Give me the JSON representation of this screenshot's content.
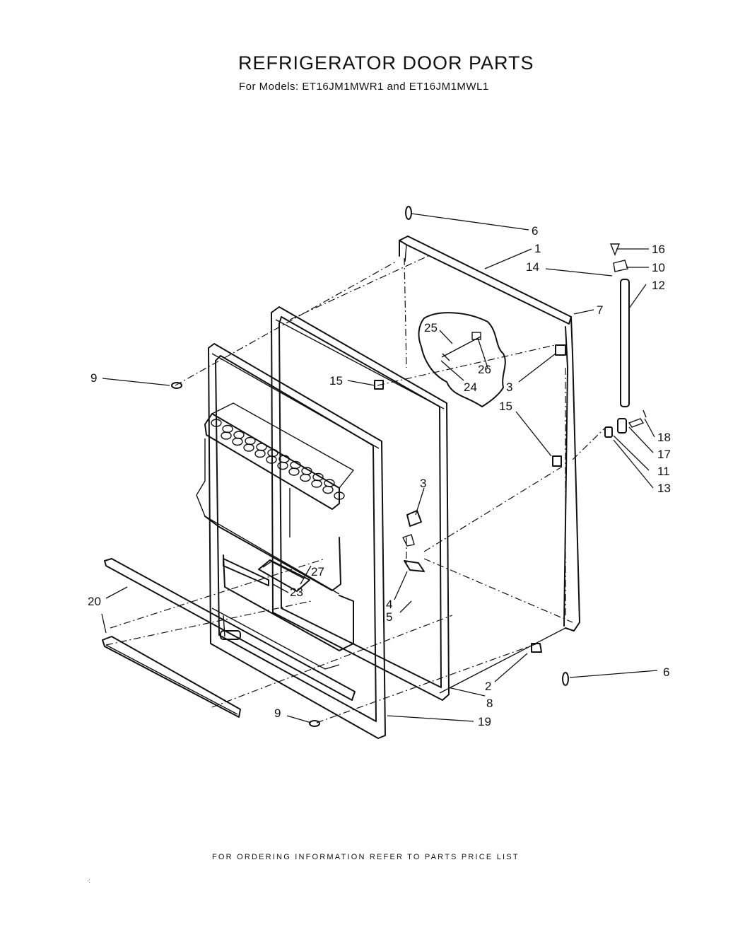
{
  "header": {
    "title": "REFRIGERATOR DOOR PARTS",
    "subtitle": "For Models: ET16JM1MWR1 and ET16JM1MWL1"
  },
  "footer": {
    "note": "FOR ORDERING INFORMATION REFER TO PARTS PRICE LIST",
    "corner_mark": "·:"
  },
  "callouts": [
    "6",
    "1",
    "14",
    "16",
    "10",
    "12",
    "7",
    "25",
    "26",
    "24",
    "3",
    "9",
    "15",
    "15",
    "18",
    "17",
    "11",
    "13",
    "3",
    "27",
    "23",
    "20",
    "4",
    "5",
    "2",
    "8",
    "6",
    "9",
    "19"
  ]
}
